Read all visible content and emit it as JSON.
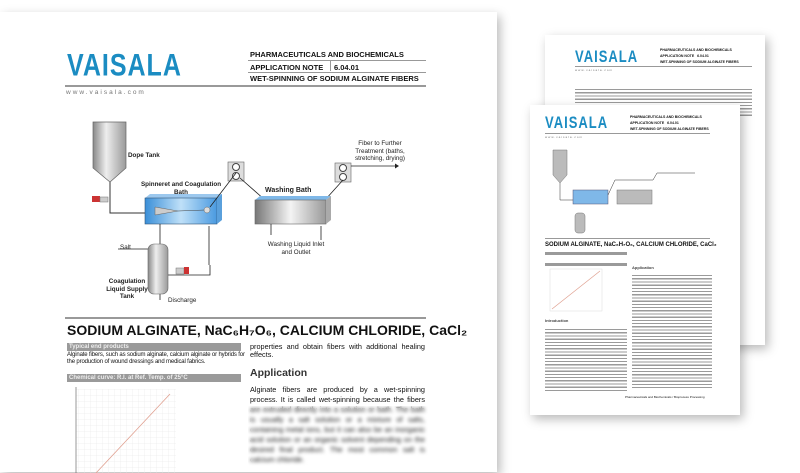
{
  "main_page": {
    "logo": "VAISALA",
    "header": {
      "category": "PHARMACEUTICALS AND BIOCHEMICALS",
      "doc_type": "APPLICATION NOTE",
      "doc_number": "6.04.01",
      "doc_title": "WET-SPINNING OF SODIUM ALGINATE FIBERS"
    },
    "website": "www.vaisala.com",
    "diagram": {
      "dope_tank": "Dope Tank",
      "spinneret": "Spinneret and Coagulation Bath",
      "washing_bath": "Washing Bath",
      "fiber": "Fiber to Further Treatment (baths, stretching, drying)",
      "salt": "Salt",
      "supply_tank": "Coagulation Liquid Supply Tank",
      "discharge": "Discharge",
      "washing_liquid": "Washing Liquid Inlet and Outlet"
    },
    "section_title": "SODIUM ALGINATE, NaC₆H₇O₆, CALCIUM CHLORIDE, CaCl₂",
    "typical_bar": "Typical end products",
    "typical_text": "Alginate fibers, such as sodium alginate, calcium alginate or hybrids for the production of wound dressings and medical fabrics.",
    "chart_bar": "Chemical curve: R.I. at Ref. Temp. of 25°C",
    "right_text": "properties and obtain fibers with additional healing effects.",
    "application_heading": "Application",
    "application_text": "Alginate fibers are produced by a wet-spinning process. It is called wet-spinning because the fibers are extruded directly into a solution or bath. The bath is usually a salt solution or a mixture of salts, containing metal ions, but it can also be an inorganic acid solution or an organic solvent depending on the desired final product. The most common salt is calcium chloride."
  },
  "thumb_pages": {
    "logo": "VAISALA",
    "category": "PHARMACEUTICALS AND BIOCHEMICALS",
    "doc_type": "APPLICATION NOTE",
    "doc_number": "6.04.01",
    "doc_title": "WET-SPINNING OF SODIUM ALGINATE FIBERS",
    "website": "www.vaisala.com",
    "section_title": "SODIUM ALGINATE, NaC₆H₇O₆, CALCIUM CHLORIDE, CaCl₂",
    "application": "Application",
    "introduction": "Introduction",
    "footer": "Pharmaceuticals and Biochemicals / Bioprocess Processing"
  },
  "colors": {
    "brand": "#1b8cc2",
    "bar": "#9a9a9a",
    "chart_line": "#e0a090"
  }
}
